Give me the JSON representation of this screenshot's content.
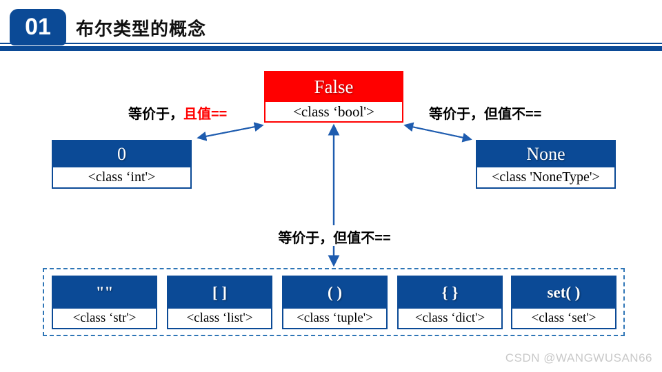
{
  "header": {
    "number": "01",
    "title": "布尔类型的概念"
  },
  "colors": {
    "primary_blue": "#0b4a96",
    "arrow_blue": "#1e5caf",
    "false_red": "#ff0000",
    "dashed_border": "#2e75b6",
    "watermark_gray": "#c9c9c9"
  },
  "labels": {
    "left_prefix": "等价于，",
    "left_highlight": "且值==",
    "right": "等价于，但值不==",
    "middle": "等价于，但值不=="
  },
  "nodes": {
    "false_box": {
      "value": "False",
      "cls": "<class ‘bool'>"
    },
    "zero_box": {
      "value": "0",
      "cls": "<class ‘int'>"
    },
    "none_box": {
      "value": "None",
      "cls": "<class 'NoneType'>"
    }
  },
  "group_boxes": [
    {
      "value": "\"\"",
      "cls": "<class ‘str'>"
    },
    {
      "value": "[ ]",
      "cls": "<class ‘list'>"
    },
    {
      "value": "( )",
      "cls": "<class ‘tuple'>"
    },
    {
      "value": "{ }",
      "cls": "<class ‘dict'>"
    },
    {
      "value": "set( )",
      "cls": "<class ‘set'>"
    }
  ],
  "watermark": "CSDN @WANGWUSAN66"
}
